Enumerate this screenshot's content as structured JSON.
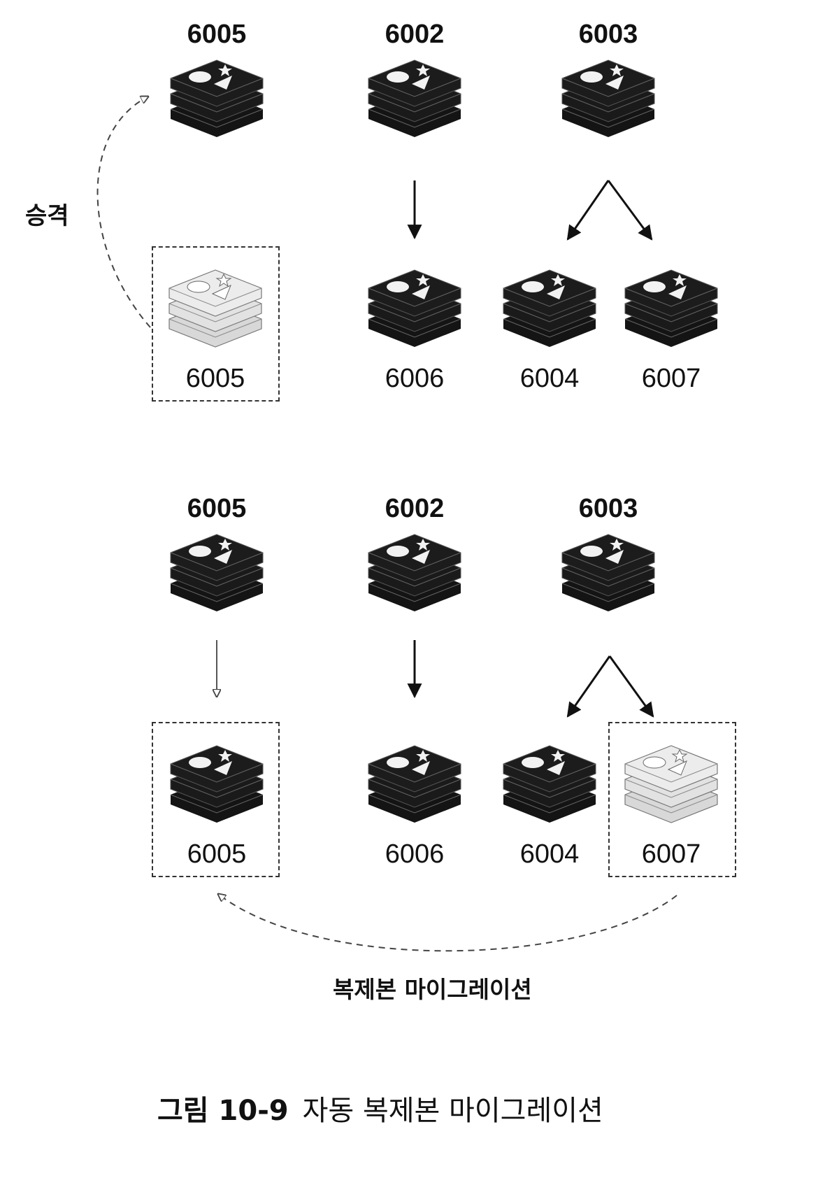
{
  "top_panel": {
    "masters": [
      "6005",
      "6002",
      "6003"
    ],
    "replicas": [
      "6005",
      "6006",
      "6004",
      "6007"
    ],
    "promotion_label": "승격"
  },
  "bottom_panel": {
    "masters": [
      "6005",
      "6002",
      "6003"
    ],
    "replicas": [
      "6005",
      "6006",
      "6004",
      "6007"
    ],
    "migration_label": "복제본 마이그레이션"
  },
  "caption": {
    "number": "그림 10-9",
    "title": "자동 복제본 마이그레이션"
  },
  "colors": {
    "node_dark": "#141414",
    "node_light": "#d8d8d8",
    "arrow": "#111111",
    "dashed": "#444444"
  },
  "icon_name": "redis-stack-icon"
}
